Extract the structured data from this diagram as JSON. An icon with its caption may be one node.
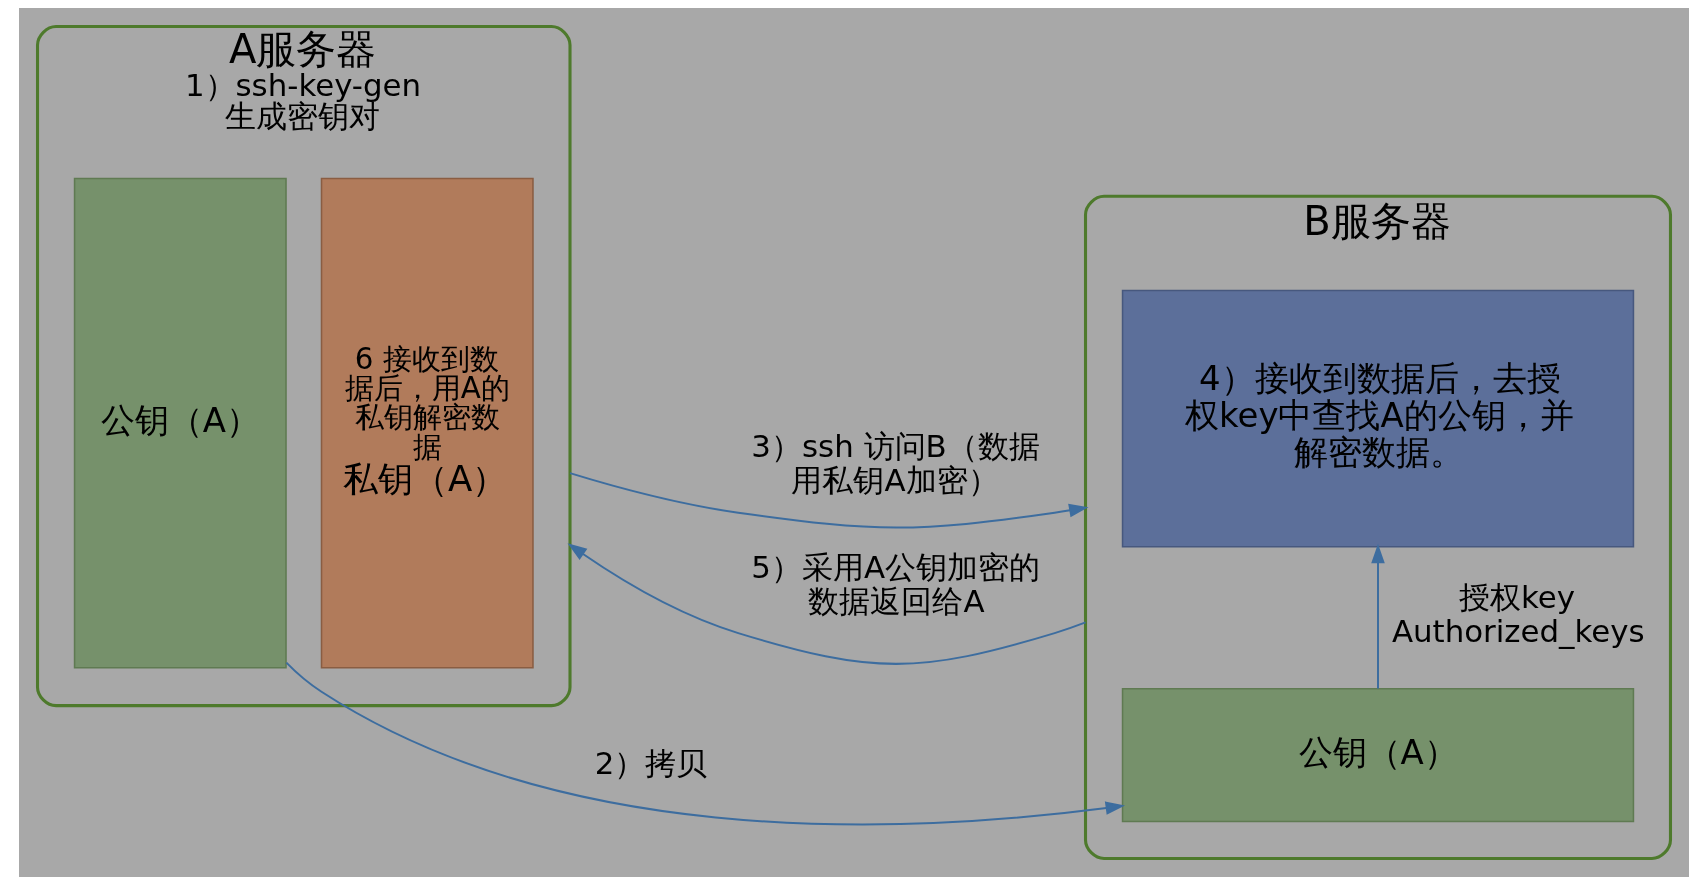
{
  "diagram": {
    "nodes": [
      {
        "text": [
          "A服务器",
          "1）ssh-key-gen 生成密钥对"
        ]
      },
      {
        "text": [
          "公钥（A）"
        ],
        "in": 0
      },
      {
        "text": [
          "6 接收到数据后，用A的私钥解密数据",
          "私钥（A）"
        ],
        "in": 0
      },
      {
        "text": [
          "B服务器"
        ]
      },
      {
        "text": [
          "4）接收到数据后，去授权key中查找A的公钥，并解密数据。"
        ],
        "in": 3
      },
      {
        "text": [
          "公钥（A）"
        ],
        "in": 3
      }
    ],
    "edges": [
      {
        "from": 1,
        "to": 5,
        "arrow": "to",
        "label": "2）拷贝"
      },
      {
        "from": 0,
        "to": 3,
        "arrow": "to",
        "label": "3）ssh 访问B（数据用私钥A加密）"
      },
      {
        "from": 5,
        "to": 4,
        "arrow": "to",
        "label": "授权key Authorized_keys"
      },
      {
        "from": 3,
        "to": 0,
        "arrow": "to",
        "label": "5）采用A公钥加密的数据返回给A"
      }
    ]
  }
}
